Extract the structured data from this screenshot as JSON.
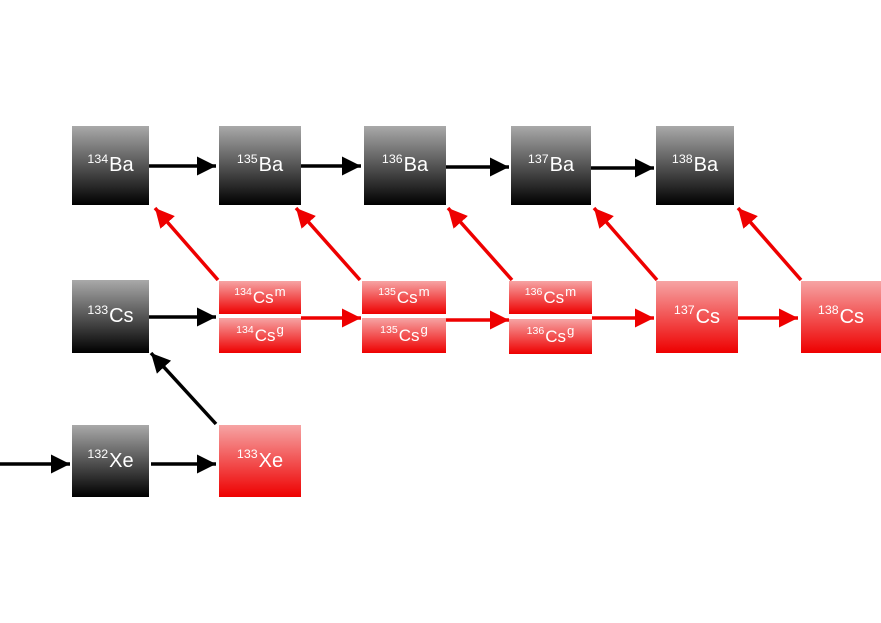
{
  "nuclides": {
    "ba134": {
      "mass": "134",
      "symbol": "Ba",
      "state": ""
    },
    "ba135": {
      "mass": "135",
      "symbol": "Ba",
      "state": ""
    },
    "ba136": {
      "mass": "136",
      "symbol": "Ba",
      "state": ""
    },
    "ba137": {
      "mass": "137",
      "symbol": "Ba",
      "state": ""
    },
    "ba138": {
      "mass": "138",
      "symbol": "Ba",
      "state": ""
    },
    "cs133": {
      "mass": "133",
      "symbol": "Cs",
      "state": ""
    },
    "cs134m": {
      "mass": "134",
      "symbol": "Cs",
      "state": "m"
    },
    "cs134g": {
      "mass": "134",
      "symbol": "Cs",
      "state": "g"
    },
    "cs135m": {
      "mass": "135",
      "symbol": "Cs",
      "state": "m"
    },
    "cs135g": {
      "mass": "135",
      "symbol": "Cs",
      "state": "g"
    },
    "cs136m": {
      "mass": "136",
      "symbol": "Cs",
      "state": "m"
    },
    "cs136g": {
      "mass": "136",
      "symbol": "Cs",
      "state": "g"
    },
    "cs137": {
      "mass": "137",
      "symbol": "Cs",
      "state": ""
    },
    "cs138": {
      "mass": "138",
      "symbol": "Cs",
      "state": ""
    },
    "xe132": {
      "mass": "132",
      "symbol": "Xe",
      "state": ""
    },
    "xe133": {
      "mass": "133",
      "symbol": "Xe",
      "state": ""
    }
  },
  "colors": {
    "stable_top": "#a9a9a9",
    "stable_bottom": "#000000",
    "radioactive_top": "#f6a4a4",
    "radioactive_bottom": "#ee0000",
    "capture_arrow": "#000000",
    "decay_arrow": "#ee0000"
  }
}
